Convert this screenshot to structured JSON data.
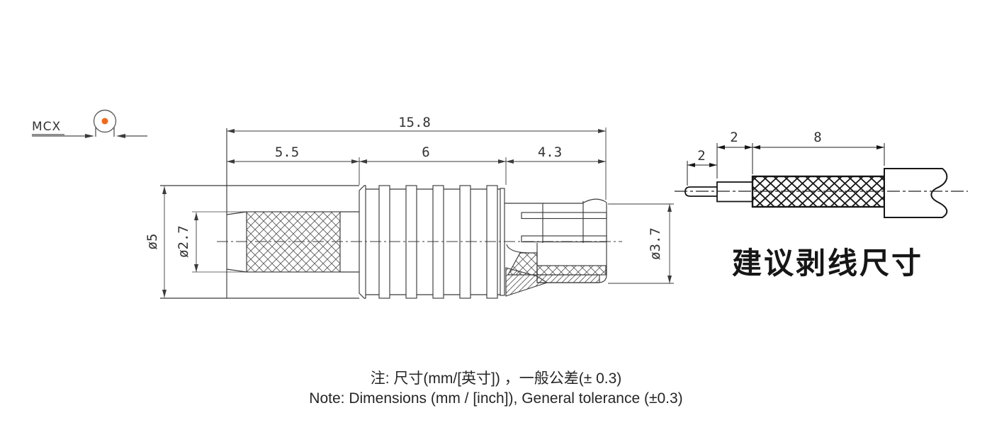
{
  "connector": {
    "label": "MCX"
  },
  "main_view": {
    "dims": {
      "total_length": "15.8",
      "front_length": "5.5",
      "mid_length": "6",
      "rear_length": "4.3",
      "outer_diameter": "ø5",
      "inner_diameter": "ø2.7",
      "rear_diameter": "ø3.7"
    }
  },
  "strip_view": {
    "title": "建议剥线尺寸",
    "dims": {
      "pin_length": "2",
      "dielectric_length": "2",
      "braid_length": "8"
    }
  },
  "notes": {
    "line1_zh": "注: 尺寸(mm/[英寸]) ，一般公差(± 0.3)",
    "line2_en": "Note: Dimensions (mm / [inch]), General tolerance (±0.3)"
  },
  "colors": {
    "line": "#3b3b3b",
    "bold_line": "#161616",
    "accent_dot": "#f2691c",
    "background": "#ffffff"
  }
}
